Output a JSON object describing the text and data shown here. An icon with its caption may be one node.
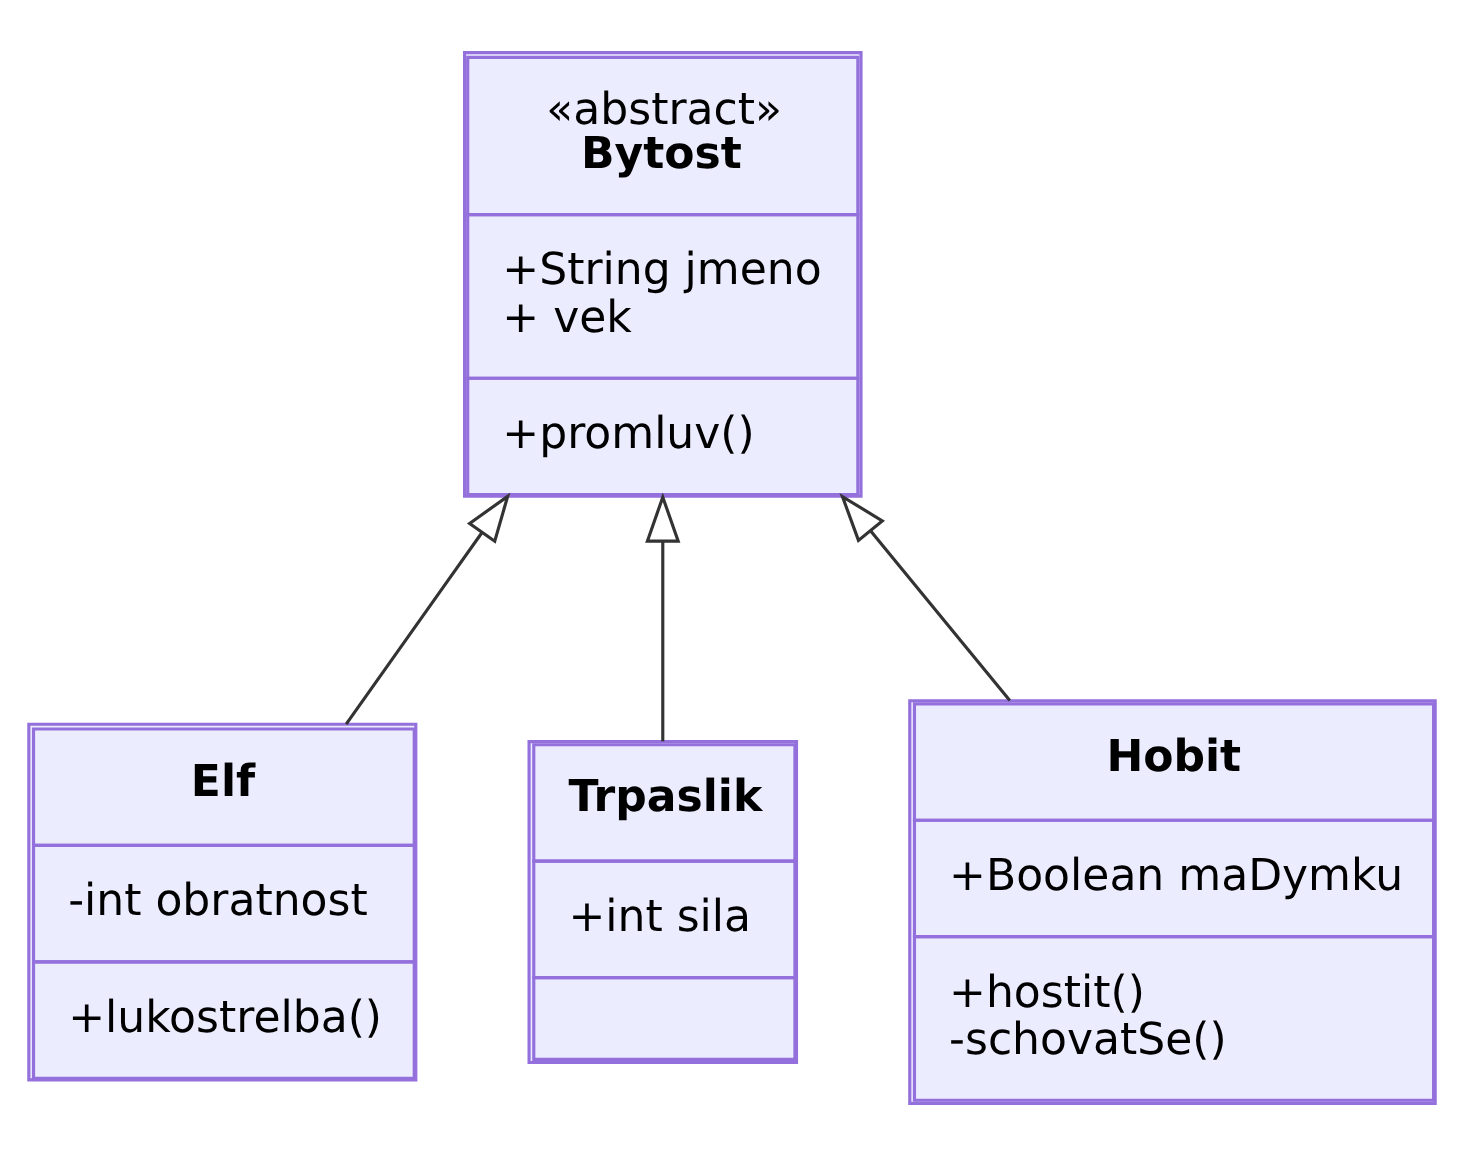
{
  "diagram": {
    "nodes": [
      {
        "text": [
          "«abstract»",
          "Bytost",
          "+String jmeno",
          "+ vek",
          "+promluv()"
        ]
      },
      {
        "text": [
          "Elf",
          "-int obratnost",
          "+lukostrelba()"
        ]
      },
      {
        "text": [
          "Trpaslik",
          "+int sila"
        ]
      },
      {
        "text": [
          "Hobit",
          "+Boolean maDymku",
          "+hostit()",
          "-schovatSe()"
        ]
      }
    ],
    "edges": [
      {
        "from": 1,
        "to": 0,
        "arrow": "to"
      },
      {
        "from": 2,
        "to": 0,
        "arrow": "to"
      },
      {
        "from": 3,
        "to": 0,
        "arrow": "to"
      }
    ]
  }
}
